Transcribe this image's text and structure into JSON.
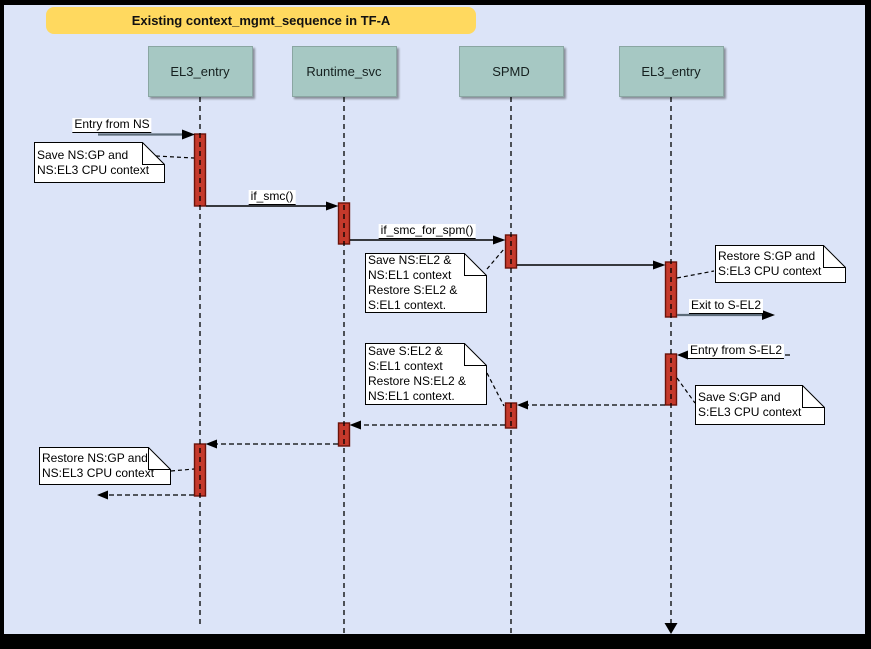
{
  "title": "Existing context_mgmt_sequence in TF-A",
  "lifelines": [
    {
      "label": "EL3_entry"
    },
    {
      "label": "Runtime_svc"
    },
    {
      "label": "SPMD"
    },
    {
      "label": "EL3_entry"
    }
  ],
  "messages": {
    "entry_from_ns": "Entry from NS",
    "if_smc": "if_smc()",
    "if_smc_for_spm": "if_smc_for_spm()",
    "exit_to_s_el2": "Exit to S-EL2",
    "entry_from_s_el2": "Entry from S-EL2"
  },
  "notes": {
    "save_ns_gp": "Save NS:GP and\nNS:EL3 CPU context",
    "save_ns_el2": "Save NS:EL2 &\nNS:EL1 context\nRestore S:EL2 &\nS:EL1 context.",
    "restore_s_gp": "Restore S:GP and\nS:EL3 CPU context",
    "save_s_gp": "Save S:GP and\nS:EL3 CPU context",
    "save_s_el2": "Save S:EL2 &\nS:EL1 context\nRestore NS:EL2 &\nNS:EL1 context.",
    "restore_ns_gp": "Restore NS:GP and\nNS:EL3 CPU context"
  },
  "colors": {
    "canvas_background": "#dce4f8",
    "frame_border": "#000000",
    "title_background": "#ffd95f",
    "lifeline_header_fill": "#a6c8c3",
    "activation_fill": "#c5392b",
    "activation_border": "#6b130a",
    "entry_exit_arrow": "#5d6c7a",
    "internal_arrow": "#000000",
    "note_fill": "#ffffff"
  }
}
